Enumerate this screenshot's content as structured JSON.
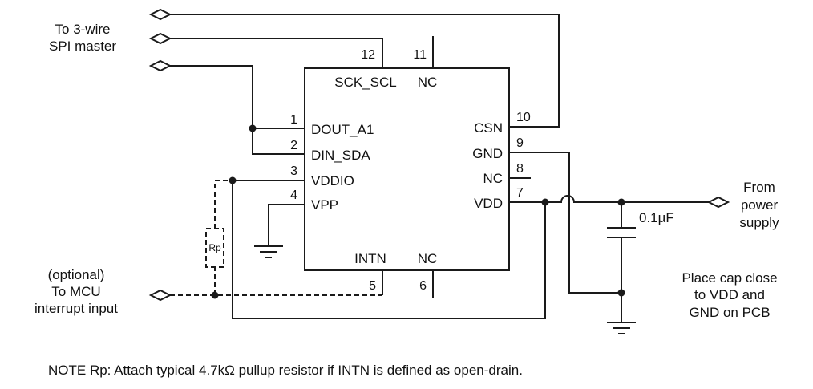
{
  "diagram": {
    "type": "circuit-schematic",
    "pins": {
      "p1": {
        "num": "1",
        "label": "DOUT_A1"
      },
      "p2": {
        "num": "2",
        "label": "DIN_SDA"
      },
      "p3": {
        "num": "3",
        "label": "VDDIO"
      },
      "p4": {
        "num": "4",
        "label": "VPP"
      },
      "p5": {
        "num": "5",
        "label": "INTN"
      },
      "p6": {
        "num": "6",
        "label": "NC"
      },
      "p7": {
        "num": "7",
        "label": "VDD"
      },
      "p8": {
        "num": "8",
        "label": "NC"
      },
      "p9": {
        "num": "9",
        "label": "GND"
      },
      "p10": {
        "num": "10",
        "label": "CSN"
      },
      "p11": {
        "num": "11",
        "label": "NC"
      },
      "p12": {
        "num": "12",
        "label": "SCK_SCL"
      }
    },
    "labels": {
      "spi": [
        "To 3-wire",
        "SPI master"
      ],
      "mcu": [
        "(optional)",
        "To MCU",
        "interrupt input"
      ],
      "power": [
        "From",
        "power",
        "supply"
      ],
      "cap_value": "0.1µF",
      "cap_note": [
        "Place cap close",
        "to VDD and",
        "GND on PCB"
      ],
      "rp": "Rp",
      "note": "NOTE Rp: Attach typical 4.7kΩ pullup resistor if INTN is defined as open-drain."
    },
    "colors": {
      "line": "#1a1a1a",
      "background": "#ffffff",
      "text": "#111111"
    }
  }
}
